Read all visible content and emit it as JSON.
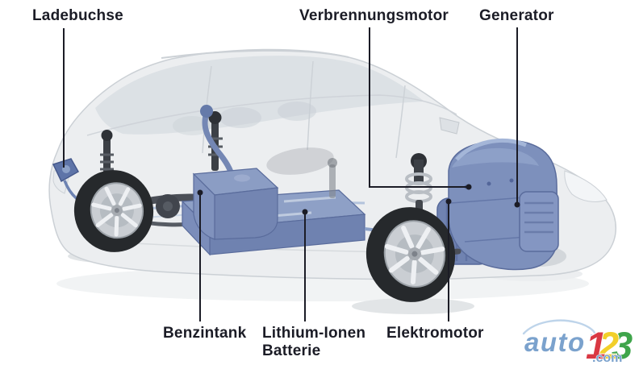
{
  "callout_labels": {
    "ladebuchse": "Ladebuchse",
    "verbrennungsmotor": "Verbrennungsmotor",
    "generator": "Generator",
    "benzintank": "Benzintank",
    "batterie_line1": "Lithium-Ionen",
    "batterie_line2": "Batterie",
    "elektromotor": "Elektromotor"
  },
  "logo": {
    "word": "auto",
    "digit1": "1",
    "digit2": "2",
    "digit3": "3",
    "tld": ".com",
    "colors": {
      "word": "#7ba2cd",
      "digit1": "#d93843",
      "digit2": "#f2cf2a",
      "digit3": "#3fa54b",
      "swoosh": "#bed4ea"
    }
  },
  "icons": {
    "logo_swoosh": "car-silhouette-swoosh"
  },
  "colors": {
    "background": "#ffffff",
    "label_text": "#1b1c26",
    "callout_line": "#1b1c26",
    "component_blue": "#7d90bc",
    "component_blue_dark": "#5a6c9c",
    "component_blue_light": "#8ea0c6",
    "car_body_gray": "#eceef0",
    "glass_gray": "#d7dce1",
    "tire_black": "#26292c"
  }
}
